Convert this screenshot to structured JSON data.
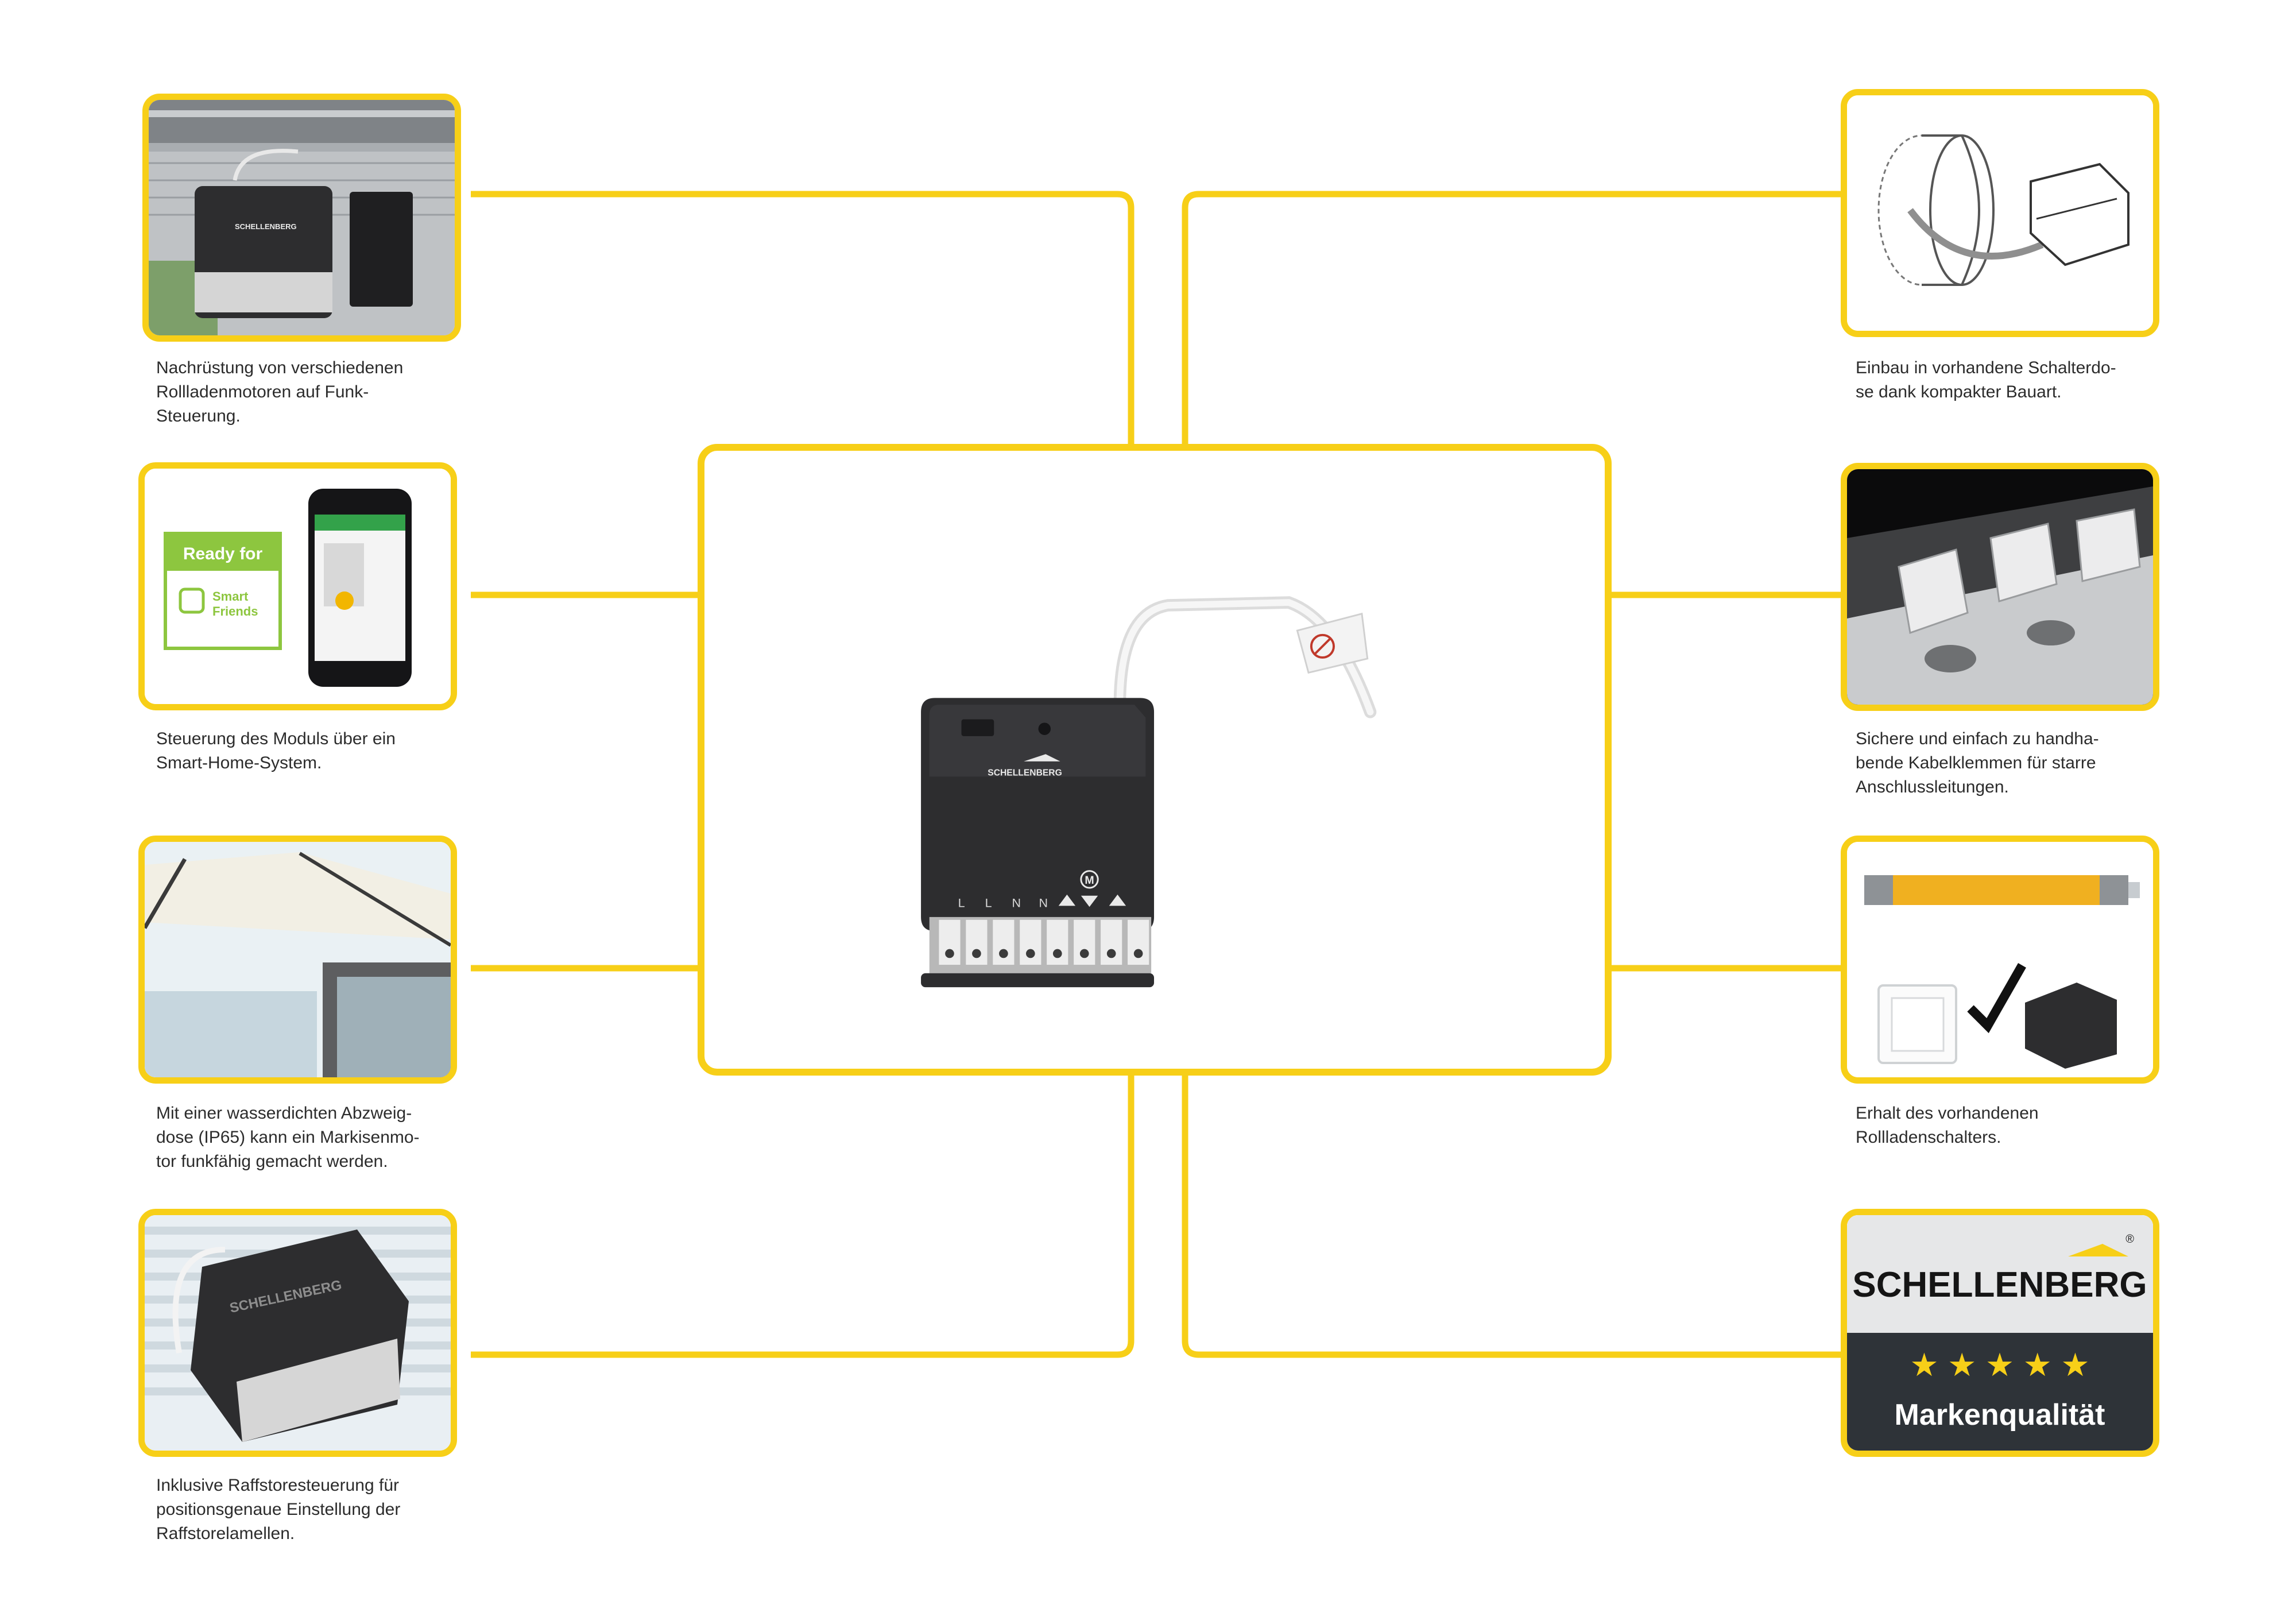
{
  "brand": {
    "name": "SCHELLENBERG",
    "registered_mark": "®",
    "accent_color": "#f7cf18",
    "device_color": "#2d2d2f"
  },
  "center_module": {
    "terminal_labels": [
      "L",
      "L",
      "N",
      "N"
    ],
    "motor_symbol": "M"
  },
  "features": [
    {
      "caption": [
        "Nachrüstung von verschiedenen",
        "Rollladenmotoren auf Funk-",
        "Steuerung."
      ]
    },
    {
      "caption": [
        "Steuerung des Moduls über ein",
        "Smart-Home-System."
      ],
      "badge": {
        "top": "Ready for",
        "line1": "Smart",
        "line2": "Friends",
        "color": "#8dc63f"
      }
    },
    {
      "caption": [
        "Mit einer wasserdichten Abzweig-",
        "dose (IP65) kann ein Markisenmo-",
        "tor funkfähig gemacht werden."
      ]
    },
    {
      "caption": [
        "Inklusive Raffstoresteuerung für",
        "positionsgenaue Einstellung der",
        "Raffstorelamellen."
      ]
    },
    {
      "caption": [
        "Einbau in vorhandene Schalterdo-",
        "se dank kompakter Bauart."
      ]
    },
    {
      "caption": [
        "Sichere und einfach zu handha-",
        "bende Kabelklemmen für starre",
        "Anschlussleitungen."
      ]
    },
    {
      "caption": [
        "Erhalt des vorhandenen",
        "Rollladenschalters."
      ]
    },
    {
      "caption": [],
      "quality_badge": {
        "stars": "★ ★ ★ ★ ★",
        "label": "Markenqualität",
        "dark_color": "#2e3338"
      }
    }
  ]
}
